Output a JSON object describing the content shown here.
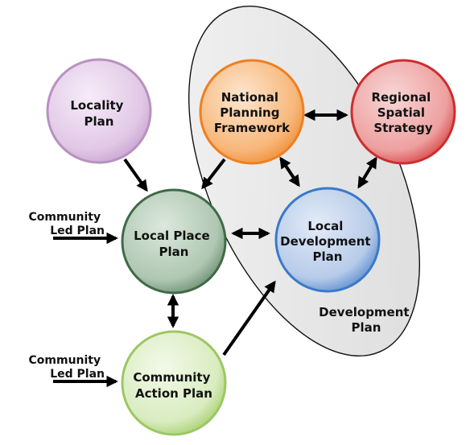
{
  "region": {
    "label_line1": "Development",
    "label_line2": "Plan"
  },
  "nodes": {
    "locality": {
      "line1": "Locality",
      "line2": "Plan",
      "color": "#d9b9e0"
    },
    "national": {
      "line1": "National",
      "line2": "Planning",
      "line3": "Framework",
      "color": "#f59a45"
    },
    "regional": {
      "line1": "Regional",
      "line2": "Spatial",
      "line3": "Strategy",
      "color": "#e36a6a"
    },
    "local_place": {
      "line1": "Local Place",
      "line2": "Plan",
      "color": "#8fae94"
    },
    "local_dev": {
      "line1": "Local",
      "line2": "Development",
      "line3": "Plan",
      "color": "#8fb0dc"
    },
    "community_action": {
      "line1": "Community",
      "line2": "Action Plan",
      "color": "#c6e29f"
    }
  },
  "inputs": {
    "top": {
      "line1": "Community",
      "line2": "Led Plan"
    },
    "bottom": {
      "line1": "Community",
      "line2": "Led Plan"
    }
  }
}
